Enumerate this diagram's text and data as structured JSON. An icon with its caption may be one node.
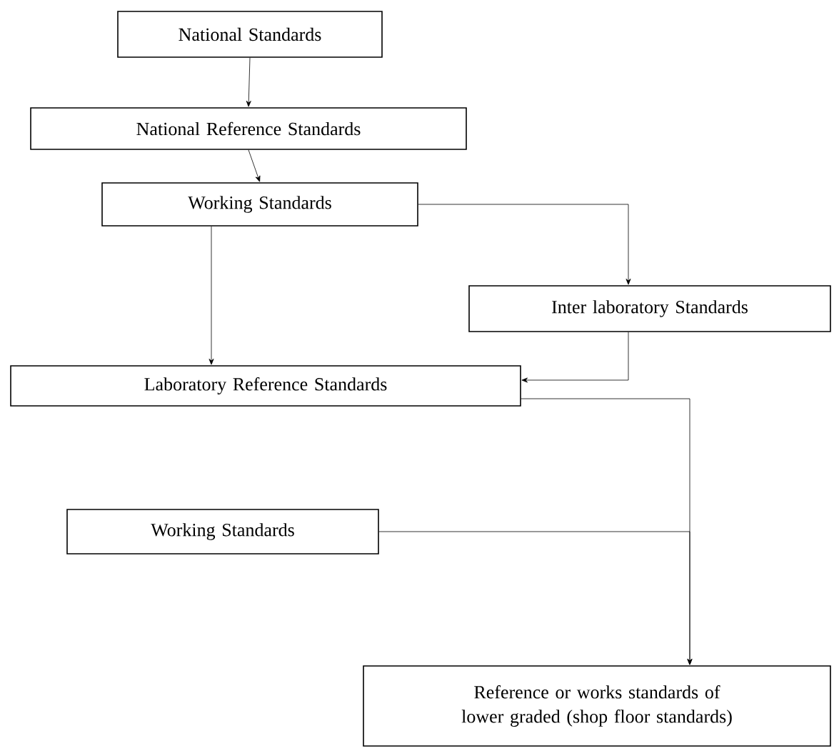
{
  "diagram": {
    "nodes": [
      {
        "text": [
          "National Standards"
        ]
      },
      {
        "text": [
          "National Reference Standards"
        ]
      },
      {
        "text": [
          "Working Standards"
        ]
      },
      {
        "text": [
          "Inter laboratory Standards"
        ]
      },
      {
        "text": [
          "Laboratory Reference Standards"
        ]
      },
      {
        "text": [
          "Working Standards"
        ]
      },
      {
        "text": [
          "Reference or works standards of lower graded (shop floor standards)"
        ]
      }
    ],
    "edges": [
      {
        "from": 0,
        "to": 1,
        "arrow": "to"
      },
      {
        "from": 1,
        "to": 2,
        "arrow": "to"
      },
      {
        "from": 2,
        "to": 4,
        "arrow": "to"
      },
      {
        "from": 2,
        "to": 3,
        "arrow": "to"
      },
      {
        "from": 3,
        "to": 4,
        "arrow": "to"
      },
      {
        "from": 4,
        "to": 6,
        "arrow": "to"
      },
      {
        "from": 5,
        "to": 6,
        "arrow": "to"
      }
    ]
  }
}
